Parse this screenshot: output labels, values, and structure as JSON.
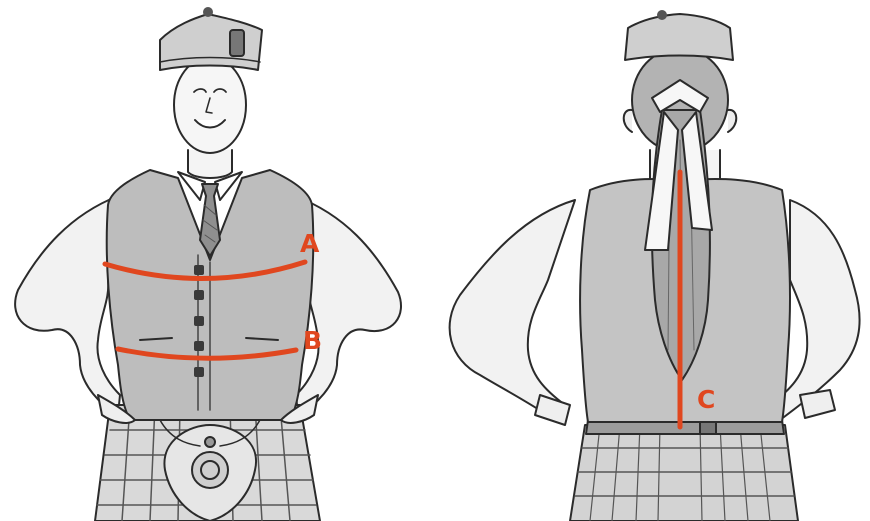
{
  "colors": {
    "accent": "#e0471f",
    "ink": "#2b2b2b",
    "shade": "#8a8a8a",
    "paper": "#ffffff"
  },
  "measurements": {
    "a": {
      "label": "A"
    },
    "b": {
      "label": "B"
    },
    "c": {
      "label": "C"
    }
  }
}
